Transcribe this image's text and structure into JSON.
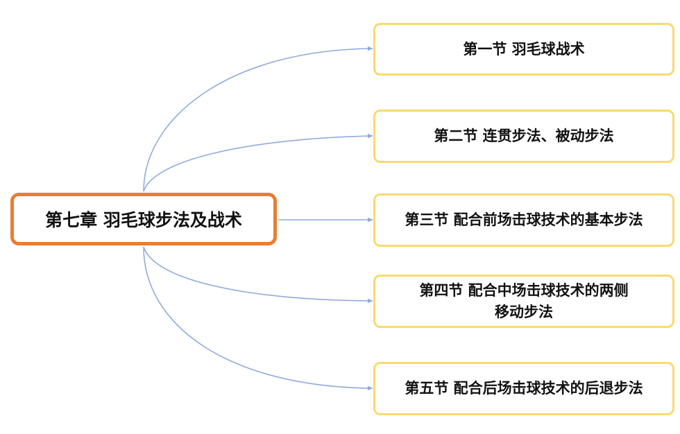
{
  "root": {
    "label": "第七章 羽毛球步法及战术"
  },
  "sections": [
    {
      "label": "第一节 羽毛球战术"
    },
    {
      "label": "第二节 连贯步法、被动步法"
    },
    {
      "label": "第三节 配合前场击球技术的基本步法"
    },
    {
      "label": "第四节 配合中场击球技术的两侧\n移动步法"
    },
    {
      "label": "第五节 配合后场击球技术的后退步法"
    }
  ],
  "colors": {
    "root_border": "#E97D33",
    "node_border": "#F9DA71",
    "connector": "#8FAADC"
  }
}
